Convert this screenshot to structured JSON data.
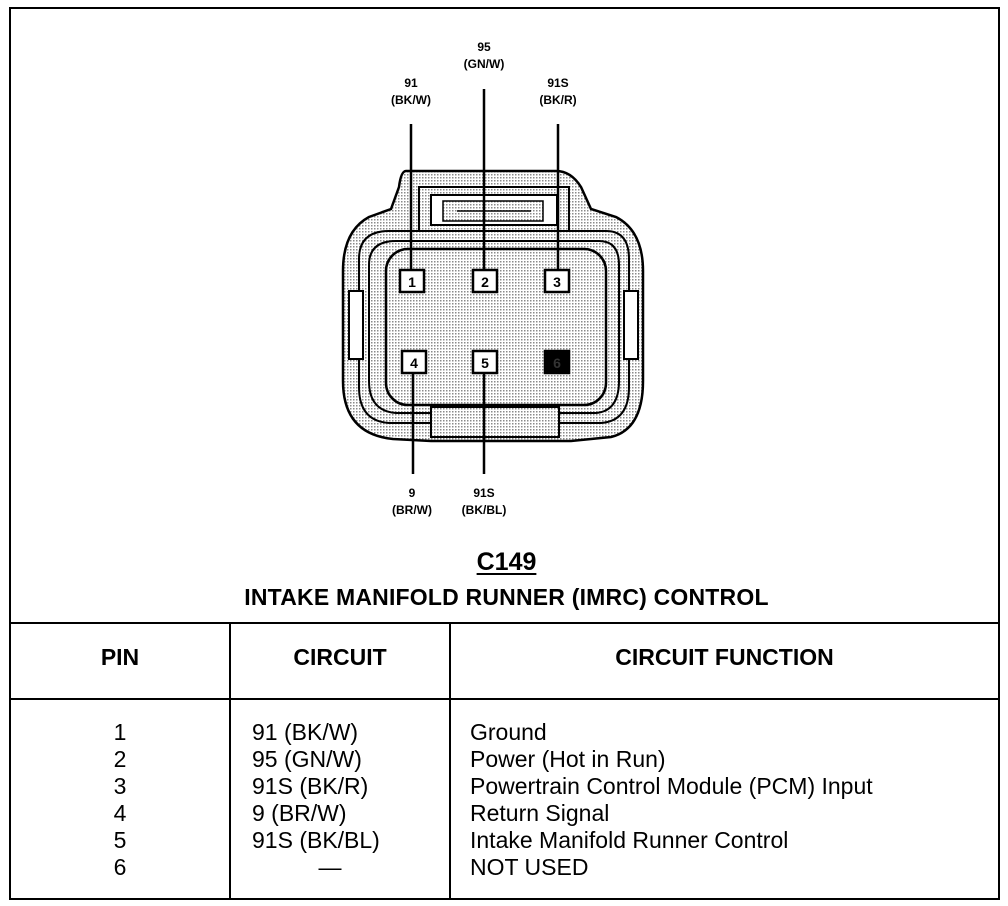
{
  "diagram": {
    "code": "C149",
    "title": "INTAKE MANIFOLD RUNNER (IMRC) CONTROL",
    "pins": [
      {
        "number": "1",
        "circuit": "91",
        "color": "(BK/W)"
      },
      {
        "number": "2",
        "circuit": "95",
        "color": "(GN/W)"
      },
      {
        "number": "3",
        "circuit": "91S",
        "color": "(BK/R)"
      },
      {
        "number": "4",
        "circuit": "9",
        "color": "(BR/W)"
      },
      {
        "number": "5",
        "circuit": "91S",
        "color": "(BK/BL)"
      },
      {
        "number": "6",
        "circuit": "",
        "color": ""
      }
    ]
  },
  "table": {
    "headers": {
      "pin": "PIN",
      "circuit": "CIRCUIT",
      "function": "CIRCUIT FUNCTION"
    },
    "rows": [
      {
        "pin": "1",
        "circuit": "91 (BK/W)",
        "function": "Ground"
      },
      {
        "pin": "2",
        "circuit": "95 (GN/W)",
        "function": "Power (Hot in Run)"
      },
      {
        "pin": "3",
        "circuit": "91S (BK/R)",
        "function": "Powertrain Control Module (PCM) Input"
      },
      {
        "pin": "4",
        "circuit": "9 (BR/W)",
        "function": "Return Signal"
      },
      {
        "pin": "5",
        "circuit": "91S (BK/BL)",
        "function": "Intake Manifold Runner Control"
      },
      {
        "pin": "6",
        "circuit": "—",
        "function": "NOT USED"
      }
    ]
  },
  "colors": {
    "ink": "#000000",
    "shade": "#d9d9d9",
    "background": "#ffffff"
  }
}
